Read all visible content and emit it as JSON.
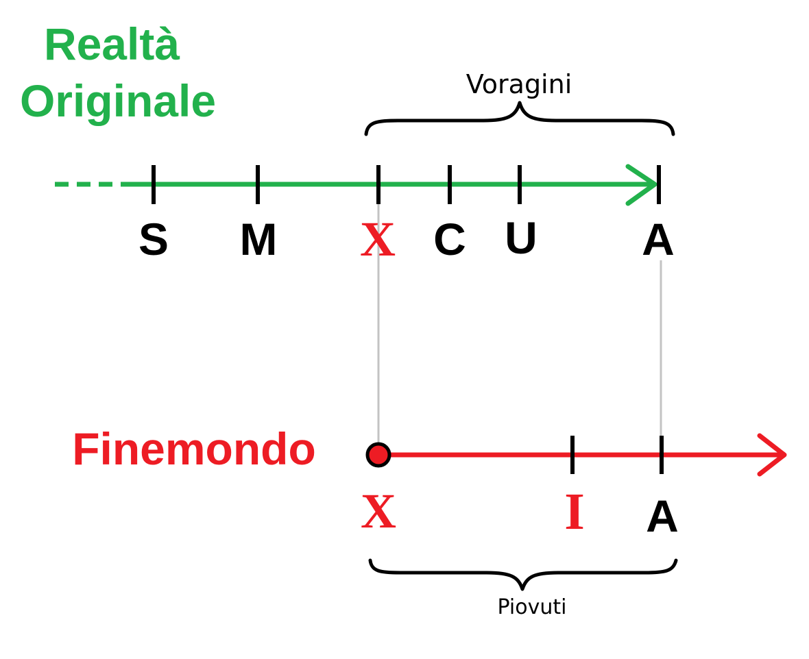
{
  "colors": {
    "green": "#22b14c",
    "red": "#ed1c24",
    "black": "#000000",
    "connector": "#c3c3c3"
  },
  "top_timeline": {
    "title_line1": "Realtà",
    "title_line2": "Originale",
    "brace_label": "Voragini",
    "markers": [
      {
        "label": "S",
        "style": "black"
      },
      {
        "label": "M",
        "style": "black"
      },
      {
        "label": "X",
        "style": "red-serif"
      },
      {
        "label": "C",
        "style": "black"
      },
      {
        "label": "U",
        "style": "black"
      },
      {
        "label": "A",
        "style": "black"
      }
    ]
  },
  "bottom_timeline": {
    "title": "Finemondo",
    "brace_label": "Piovuti",
    "markers": [
      {
        "label": "X",
        "style": "red-serif"
      },
      {
        "label": "I",
        "style": "red-serif"
      },
      {
        "label": "A",
        "style": "black"
      }
    ]
  }
}
